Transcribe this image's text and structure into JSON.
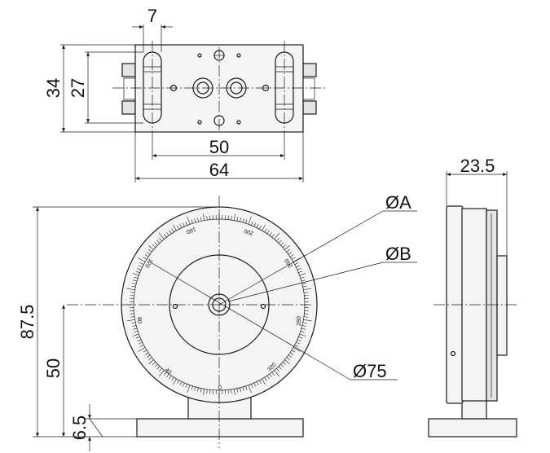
{
  "top_view": {
    "dim_width_slot": "7",
    "dim_height_outer": "34",
    "dim_height_inner": "27",
    "dim_length_inner": "50",
    "dim_length_outer": "64"
  },
  "front_view": {
    "dim_total_height": "87.5",
    "dim_axis_height": "50",
    "dim_base_thickness": "6.5",
    "label_hole_a": "ØA",
    "label_hole_b": "ØB",
    "label_diameter": "Ø75",
    "scale_labels": [
      "0",
      "40",
      "80",
      "120",
      "160",
      "200",
      "240",
      "280",
      "320"
    ]
  },
  "side_view": {
    "dim_thickness": "23.5"
  }
}
